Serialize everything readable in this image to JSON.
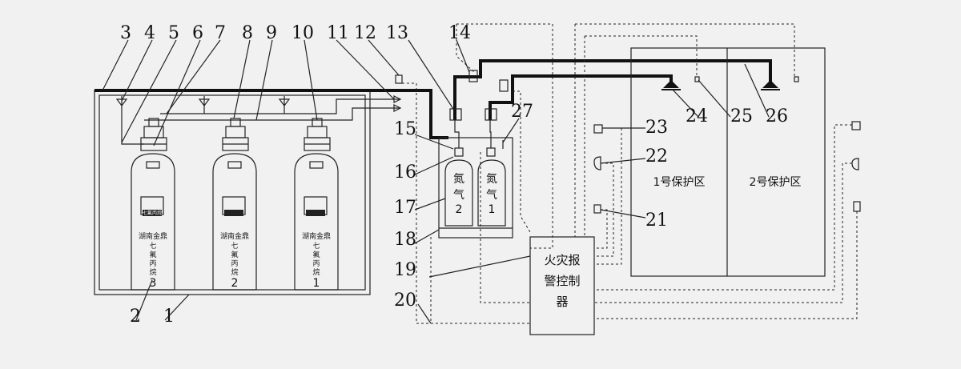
{
  "callouts": [
    "1",
    "2",
    "3",
    "4",
    "5",
    "6",
    "7",
    "8",
    "9",
    "10",
    "11",
    "12",
    "13",
    "14",
    "15",
    "16",
    "17",
    "18",
    "19",
    "20",
    "21",
    "22",
    "23",
    "24",
    "25",
    "26",
    "27"
  ],
  "zones": {
    "zone1": "1号保护区",
    "zone2": "2号保护区"
  },
  "controller": {
    "line1": "火灾报",
    "line2": "警控制",
    "line3": "器"
  },
  "cylinder_label": {
    "maker": "湖南金鼎",
    "agent": "七氟丙烷",
    "badge": "七氟丙烷"
  },
  "cylinder_numbers": [
    "3",
    "2",
    "1"
  ],
  "nitrogen": {
    "gas": "氮气",
    "num2": "2",
    "num1": "1"
  }
}
